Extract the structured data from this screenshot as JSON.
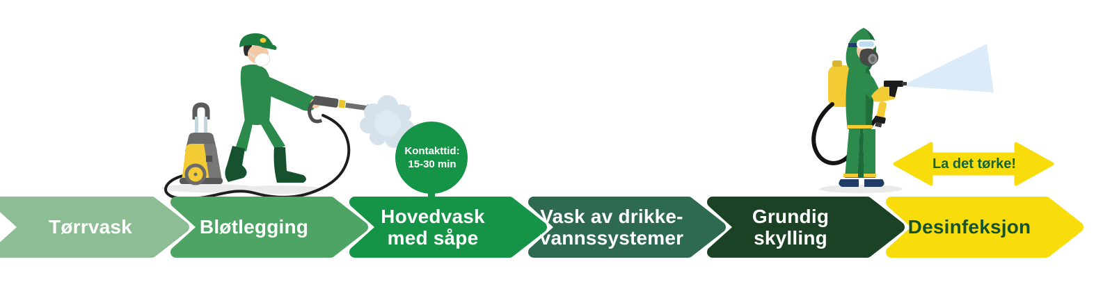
{
  "diagram": {
    "steps": [
      {
        "label": "Tørrvask",
        "color": "#8CBD95",
        "text_color": "#FFFFFF"
      },
      {
        "label": "Bløtlegging",
        "color": "#4EA464",
        "text_color": "#FFFFFF"
      },
      {
        "label": "Hovedvask\nmed såpe",
        "color": "#159447",
        "text_color": "#FFFFFF"
      },
      {
        "label": "Vask av drikke-\nvannssystemer",
        "color": "#2E6A50",
        "text_color": "#FFFFFF"
      },
      {
        "label": "Grundig\nskylling",
        "color": "#1B4225",
        "text_color": "#FFFFFF"
      },
      {
        "label": "Desinfeksjon",
        "color": "#F9DC0B",
        "text_color": "#14532D"
      }
    ],
    "contact_time_badge": {
      "text": "Kontakttid:\n15-30 min",
      "color": "#159447",
      "text_color": "#FFFFFF"
    },
    "dry_callout": {
      "text": "La det tørke!",
      "color": "#F9DC0B",
      "text_color": "#176433"
    },
    "illustrations": [
      {
        "name": "worker-pressure-washing"
      },
      {
        "name": "worker-disinfecting-in-hazmat-suit"
      }
    ]
  }
}
